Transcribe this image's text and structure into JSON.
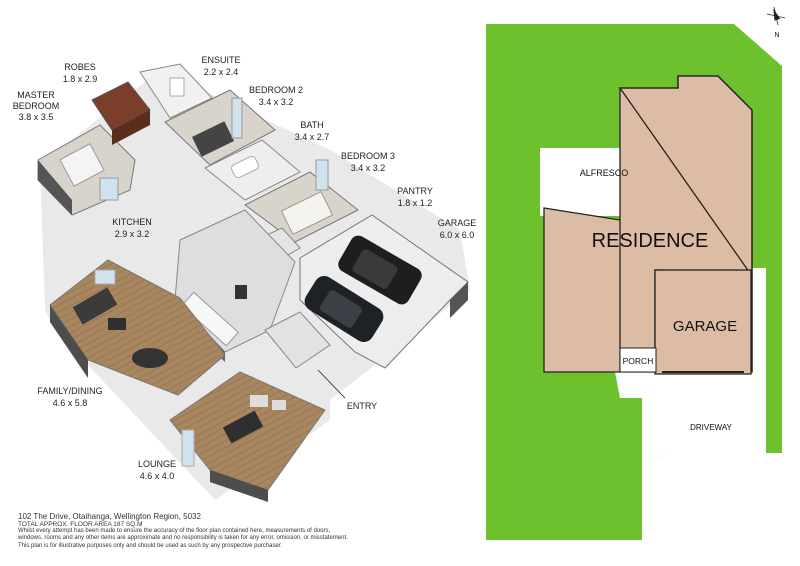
{
  "floorplan": {
    "rooms": [
      {
        "name": "ROBES",
        "size": "1.8 x 2.9"
      },
      {
        "name": "ENSUITE",
        "size": "2.2 x 2.4"
      },
      {
        "name": "MASTER BEDROOM",
        "name_line1": "MASTER",
        "name_line2": "BEDROOM",
        "size": "3.8 x 3.5"
      },
      {
        "name": "BEDROOM 2",
        "size": "3.4 x 3.2"
      },
      {
        "name": "BATH",
        "size": "3.4 x 2.7"
      },
      {
        "name": "BEDROOM 3",
        "size": "3.4 x 3.2"
      },
      {
        "name": "PANTRY",
        "size": "1.8 x 1.2"
      },
      {
        "name": "KITCHEN",
        "size": "2.9 x 3.2"
      },
      {
        "name": "GARAGE",
        "size": "6.0 x 6.0"
      },
      {
        "name": "FAMILY/DINING",
        "size": "4.6 x 5.8"
      },
      {
        "name": "ENTRY",
        "size": ""
      },
      {
        "name": "LOUNGE",
        "size": "4.6 x 4.0"
      }
    ]
  },
  "footer": {
    "address": "102 The Drive, Otaihanga, Wellington Region, 5032",
    "floor_area": "TOTAL APPROX. FLOOR AREA 187 SQ.M",
    "disclaimer_line1": "Whilst every attempt has been made to ensure the accuracy of the floor plan contained here, measurements of doors,",
    "disclaimer_line2": "windows, rooms and any other items are approximate and no responsibility is taken for any error, omission, or misstatement.",
    "disclaimer_line3": "This plan is for illustrative purposes only and should be used as such by any prospective purchaser."
  },
  "siteplan": {
    "residence": "RESIDENCE",
    "garage": "GARAGE",
    "alfresco": "ALFRESCO",
    "porch": "PORCH",
    "driveway": "DRIVEWAY",
    "north": "N",
    "colors": {
      "lawn": "#6cc12d",
      "building": "#dcbca4",
      "outline": "#222222",
      "paving": "#ffffff"
    }
  }
}
